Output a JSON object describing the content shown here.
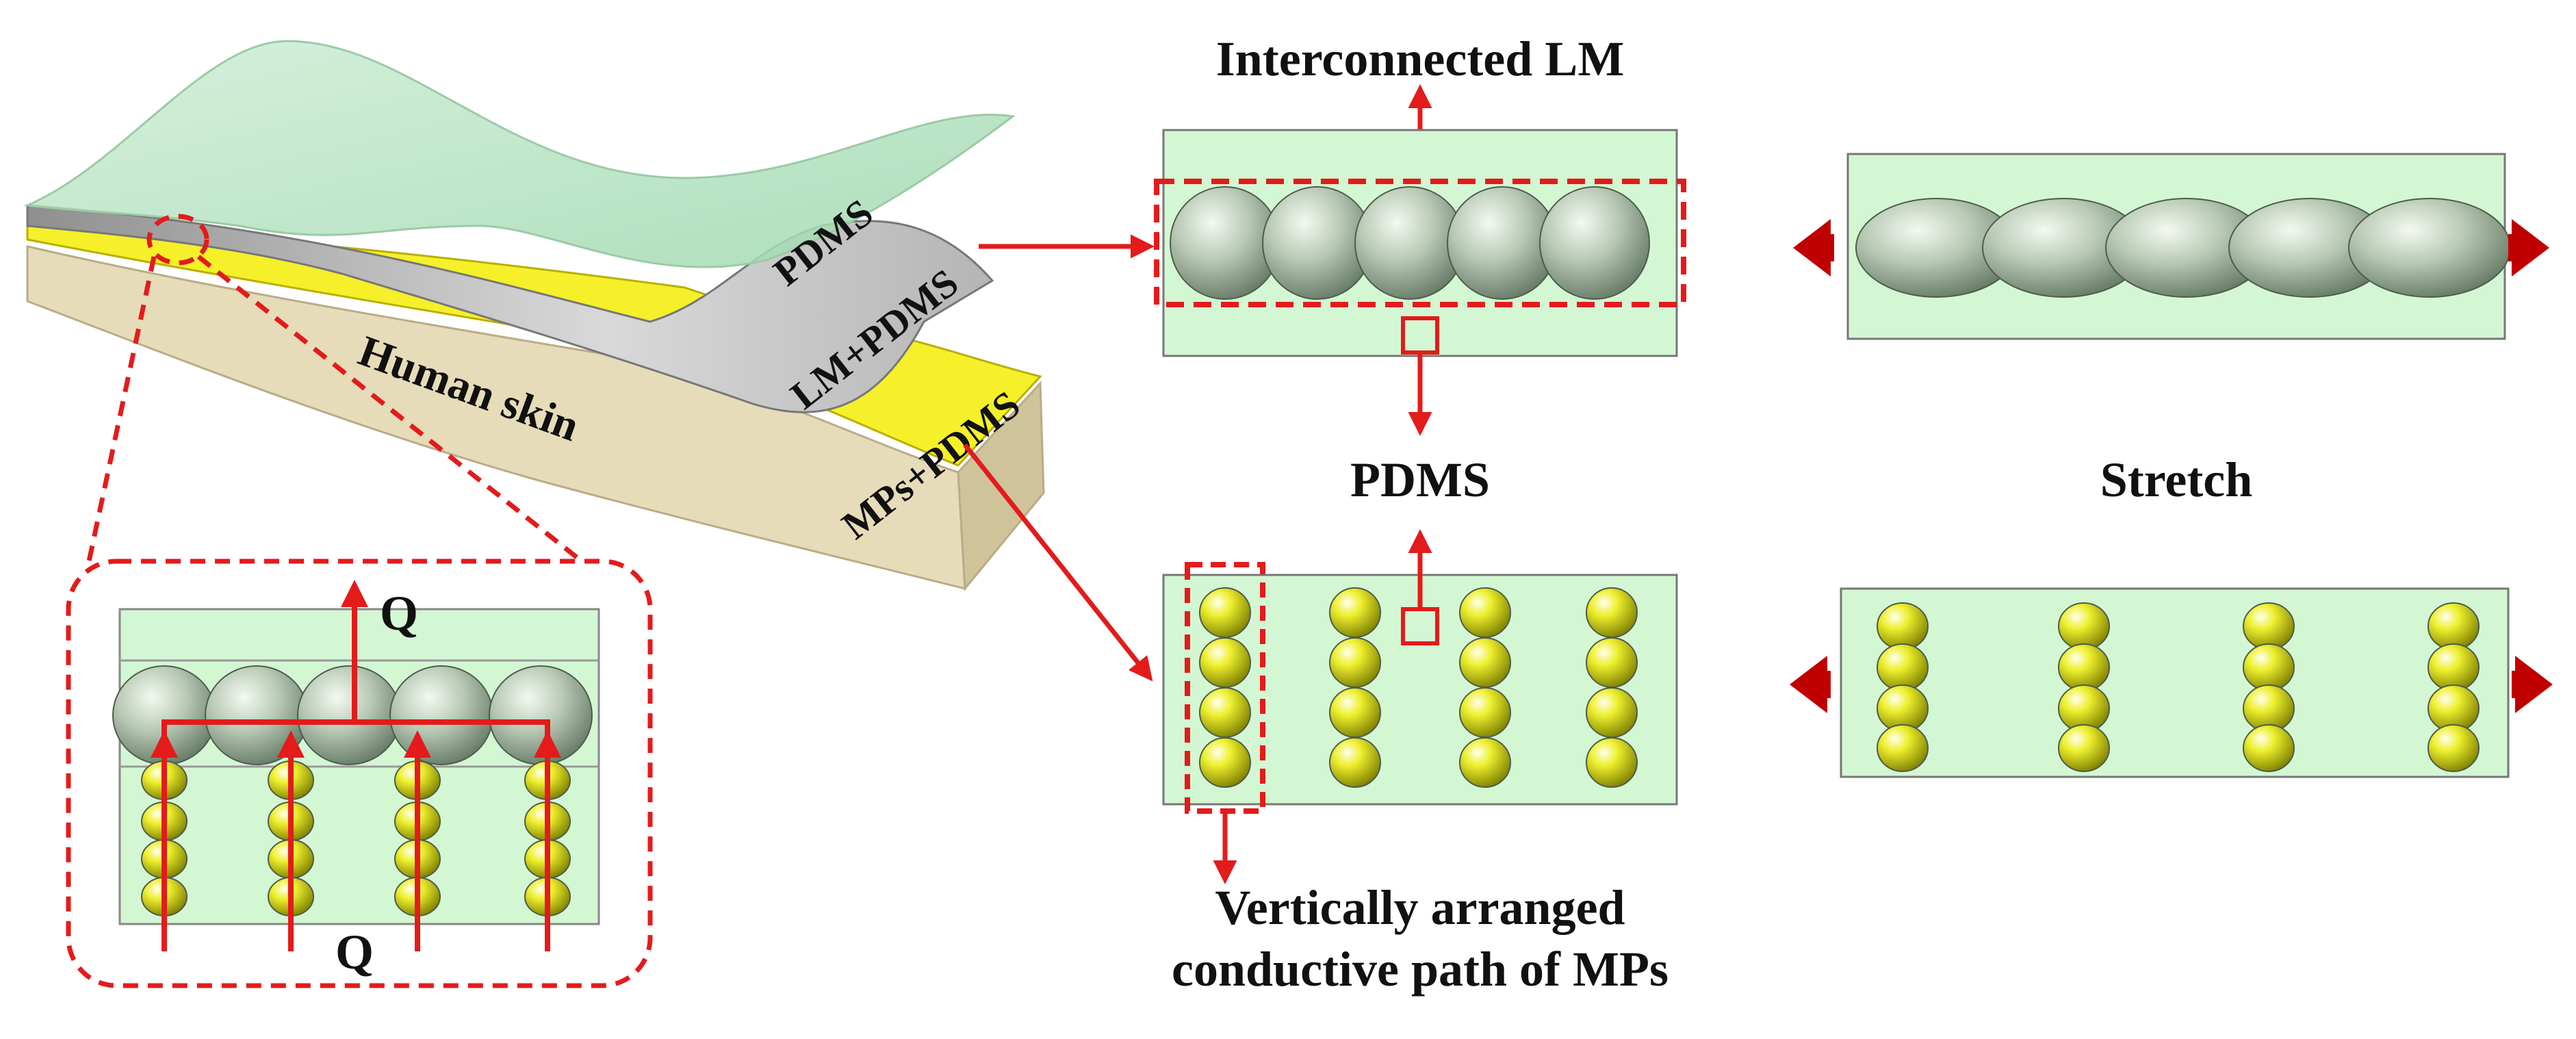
{
  "labels": {
    "pdms_layer": "PDMS",
    "lm_pdms_layer": "LM+PDMS",
    "mps_pdms_layer": "MPs+PDMS",
    "human_skin": "Human skin",
    "heat_top": "Q",
    "heat_bottom": "Q",
    "interconnected_lm": "Interconnected LM",
    "pdms_matrix": "PDMS",
    "stretch": "Stretch",
    "vertical_path_line1": "Vertically arranged",
    "vertical_path_line2": "conductive path of MPs"
  },
  "colors": {
    "annotation_red": "#e31b1b",
    "stretch_arrow": "#c00000",
    "matrix_green": "#d3f7d3",
    "lm_sphere": "#9fb49c",
    "mp_yellow": "#e8ea24",
    "skin_beige": "#e7dcb9",
    "mps_layer_yellow": "#f5f02a"
  }
}
